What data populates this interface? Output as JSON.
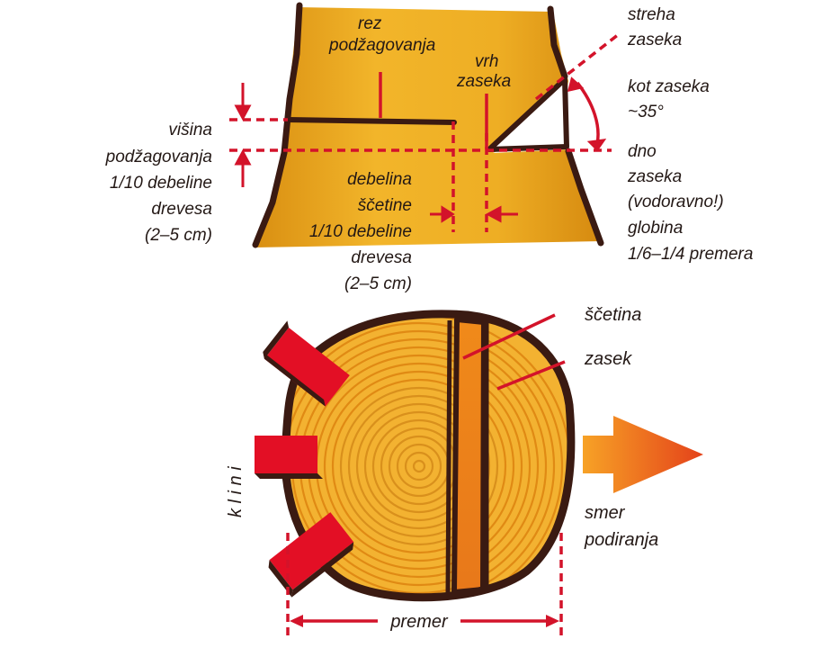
{
  "labels": {
    "rez": "rez",
    "podzagovanja": "podžagovanja",
    "vrh": "vrh",
    "zaseka_vrh": "zaseka",
    "streha": "streha",
    "zaseka_streha": "zaseka",
    "kot": "kot zaseka",
    "kot_val": "~35°",
    "dno": "dno",
    "zaseka_dno": "zaseka",
    "vodoravno": "(vodoravno!)",
    "globina": "globina",
    "globina_val": "1/6–1/4 premera",
    "visina_1": "višina",
    "visina_2": "podžagovanja",
    "visina_3": "1/10 debeline",
    "visina_4": "drevesa",
    "visina_5": "(2–5 cm)",
    "debelina_1": "debelina",
    "debelina_2": "ščetine",
    "debelina_3": "1/10 debeline",
    "debelina_4": "drevesa",
    "debelina_5": "(2–5 cm)",
    "scetina": "ščetina",
    "zasek": "zasek",
    "klini": "k l i n i",
    "smer_1": "smer",
    "smer_2": "podiranja",
    "premer": "premer"
  },
  "colors": {
    "trunk": "#e6a51e",
    "outline": "#3a1a12",
    "guide_red": "#d3132a",
    "wedge_red": "#e30f25",
    "arrow_orange": "#f39021"
  }
}
